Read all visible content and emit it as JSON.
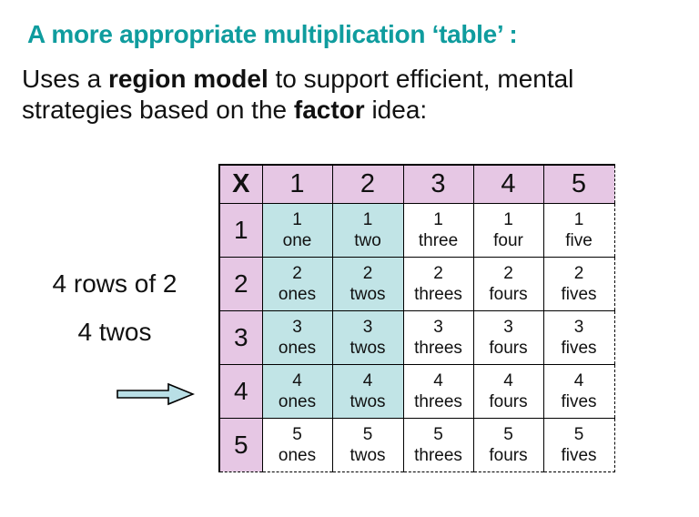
{
  "slide": {
    "title": "A more appropriate multiplication ‘table’ :",
    "subtitle_lines": [
      [
        {
          "text": "Uses a ",
          "bold": false
        },
        {
          "text": "region model",
          "bold": true
        },
        {
          "text": " to support efficient, mental",
          "bold": false
        }
      ],
      [
        {
          "text": "strategies based on the ",
          "bold": false
        },
        {
          "text": "factor",
          "bold": true
        },
        {
          "text": " idea:",
          "bold": false
        }
      ]
    ]
  },
  "annotation": {
    "line1": "4 rows of 2",
    "line2": "4 twos",
    "arrow_icon": "right-arrow"
  },
  "table": {
    "corner_label": "X",
    "column_headers": [
      "1",
      "2",
      "3",
      "4",
      "5"
    ],
    "rows": [
      {
        "header": "1",
        "cells": [
          {
            "top": "1",
            "bottom": "one",
            "highlighted": true
          },
          {
            "top": "1",
            "bottom": "two",
            "highlighted": true
          },
          {
            "top": "1",
            "bottom": "three",
            "highlighted": false
          },
          {
            "top": "1",
            "bottom": "four",
            "highlighted": false
          },
          {
            "top": "1",
            "bottom": "five",
            "highlighted": false
          }
        ]
      },
      {
        "header": "2",
        "cells": [
          {
            "top": "2",
            "bottom": "ones",
            "highlighted": true
          },
          {
            "top": "2",
            "bottom": "twos",
            "highlighted": true
          },
          {
            "top": "2",
            "bottom": "threes",
            "highlighted": false
          },
          {
            "top": "2",
            "bottom": "fours",
            "highlighted": false
          },
          {
            "top": "2",
            "bottom": "fives",
            "highlighted": false
          }
        ]
      },
      {
        "header": "3",
        "cells": [
          {
            "top": "3",
            "bottom": "ones",
            "highlighted": true
          },
          {
            "top": "3",
            "bottom": "twos",
            "highlighted": true
          },
          {
            "top": "3",
            "bottom": "threes",
            "highlighted": false
          },
          {
            "top": "3",
            "bottom": "fours",
            "highlighted": false
          },
          {
            "top": "3",
            "bottom": "fives",
            "highlighted": false
          }
        ]
      },
      {
        "header": "4",
        "cells": [
          {
            "top": "4",
            "bottom": "ones",
            "highlighted": true
          },
          {
            "top": "4",
            "bottom": "twos",
            "highlighted": true
          },
          {
            "top": "4",
            "bottom": "threes",
            "highlighted": false
          },
          {
            "top": "4",
            "bottom": "fours",
            "highlighted": false
          },
          {
            "top": "4",
            "bottom": "fives",
            "highlighted": false
          }
        ]
      },
      {
        "header": "5",
        "cells": [
          {
            "top": "5",
            "bottom": "ones",
            "highlighted": false
          },
          {
            "top": "5",
            "bottom": "twos",
            "highlighted": false
          },
          {
            "top": "5",
            "bottom": "threes",
            "highlighted": false
          },
          {
            "top": "5",
            "bottom": "fours",
            "highlighted": false
          },
          {
            "top": "5",
            "bottom": "fives",
            "highlighted": false
          }
        ]
      }
    ]
  },
  "colors": {
    "title_teal": "#0f9c9e",
    "header_pink": "#e6c7e4",
    "highlight_teal": "#c1e4e6",
    "arrow_fill": "#b9dfe6"
  }
}
